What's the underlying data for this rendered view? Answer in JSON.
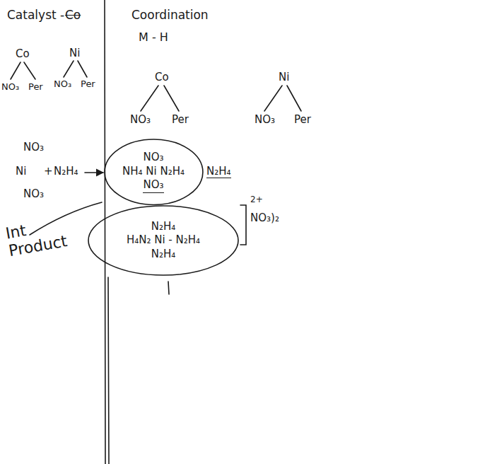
{
  "diagram": {
    "nodes": [
      {
        "text": [
          "NO₃",
          "NH₄ Ni N₂H₄",
          "NO₃"
        ]
      },
      {
        "text": [
          "N₂H₄",
          "H₄N₂ Ni - N₂H₄",
          "N₂H₄"
        ]
      }
    ],
    "labels": [
      "Catalyst -",
      "Co",
      "Coordination",
      "M - H",
      "Co",
      "NO₃",
      "Per",
      "Ni",
      "NO₃",
      "Per",
      "Co",
      "NO₃",
      "Per",
      "Ni",
      "NO₃",
      "Per",
      "NO₃",
      "Ni",
      "NO₃",
      "+",
      "N₂H₄",
      "N₂H₄",
      "2+",
      "NO₃)₂",
      "Int Product"
    ]
  }
}
